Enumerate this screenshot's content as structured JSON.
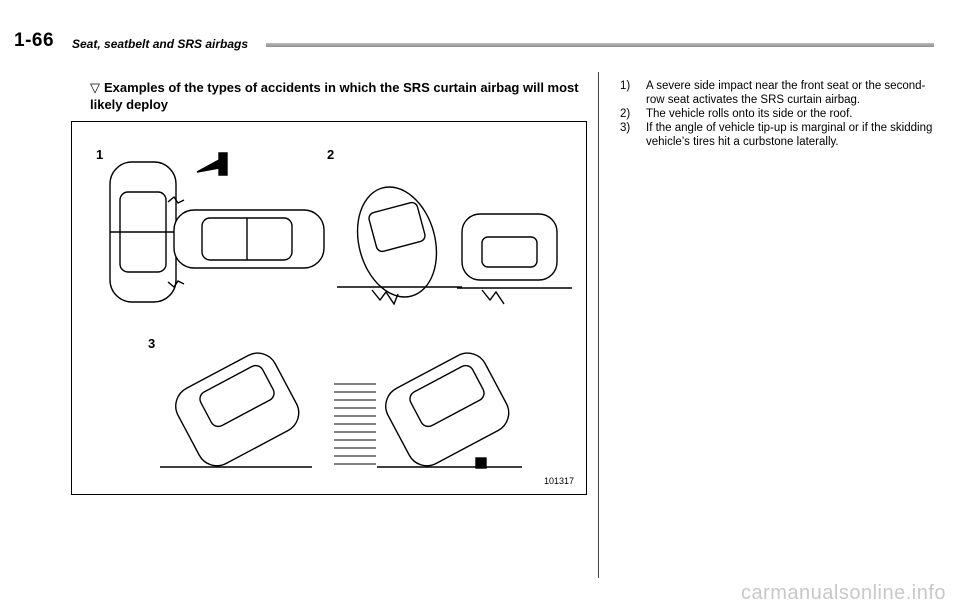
{
  "header": {
    "page_number": "1-66",
    "section_title": "Seat, seatbelt and SRS airbags"
  },
  "heading": {
    "marker": "▽",
    "text": "Examples of the types of accidents in which the SRS curtain airbag will most likely deploy"
  },
  "figure": {
    "labels": [
      "1",
      "2",
      "3"
    ],
    "code": "101317"
  },
  "list": [
    {
      "num": "1)",
      "text": "A severe side impact near the front seat or the second-row seat activates the SRS curtain airbag."
    },
    {
      "num": "2)",
      "text": "The vehicle rolls onto its side or the roof."
    },
    {
      "num": "3)",
      "text": "If the angle of vehicle tip-up is marginal or if the skidding vehicle’s tires hit a curbstone laterally."
    }
  ],
  "watermark": "carmanualsonline.info"
}
